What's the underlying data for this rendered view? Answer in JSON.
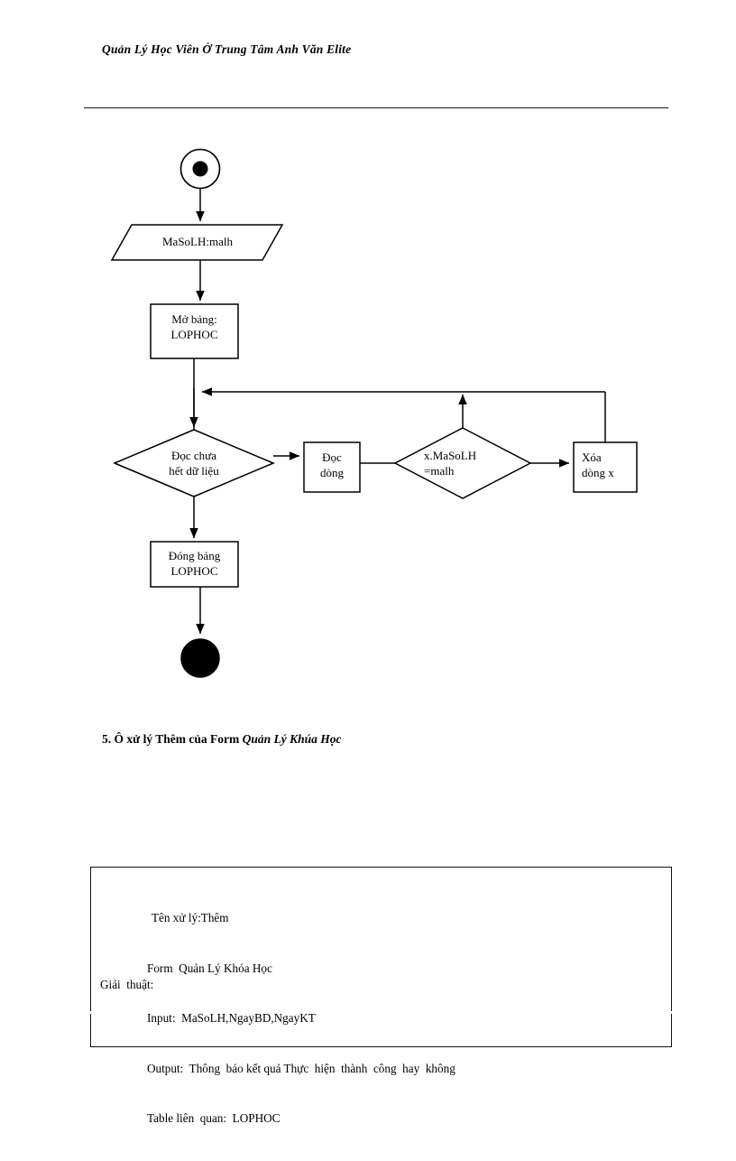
{
  "document": {
    "header_title": "Quản Lý Học Viên Ở Trung Tâm Anh Văn Elite",
    "section_heading_plain": "5. Ô xử lý Thêm của Form ",
    "section_heading_emphasis": "Quản Lý Khúa Học"
  },
  "flowchart": {
    "type": "flowchart",
    "title": "",
    "nodes": [
      {
        "id": "start",
        "shape": "start-circle",
        "label": ""
      },
      {
        "id": "input",
        "shape": "parallelogram",
        "label": "MaSoLH:malh"
      },
      {
        "id": "open",
        "shape": "rectangle",
        "label": "Mở bảng:\nLOPHOC"
      },
      {
        "id": "readcheck",
        "shape": "diamond",
        "label": "Đọc chưa\nhết dữ liệu"
      },
      {
        "id": "readrow",
        "shape": "rectangle",
        "label": "Đọc\ndòng"
      },
      {
        "id": "compare",
        "shape": "diamond",
        "label": "x.MaSoLH\n=malh"
      },
      {
        "id": "deleterow",
        "shape": "rectangle",
        "label": "Xóa\ndòng x"
      },
      {
        "id": "close",
        "shape": "rectangle",
        "label": "Đóng bảng\nLOPHOC"
      },
      {
        "id": "end",
        "shape": "end-circle",
        "label": ""
      }
    ],
    "edges": [
      {
        "from": "start",
        "to": "input",
        "label": ""
      },
      {
        "from": "input",
        "to": "open",
        "label": ""
      },
      {
        "from": "open",
        "to": "readcheck",
        "label": ""
      },
      {
        "from": "readcheck",
        "to": "readrow",
        "label": ""
      },
      {
        "from": "readrow",
        "to": "compare",
        "label": ""
      },
      {
        "from": "compare",
        "to": "deleterow",
        "label": ""
      },
      {
        "from": "compare",
        "to": "loopback",
        "label": ""
      },
      {
        "from": "deleterow",
        "to": "loopback",
        "label": ""
      },
      {
        "from": "readcheck",
        "to": "close",
        "label": ""
      },
      {
        "from": "close",
        "to": "end",
        "label": ""
      }
    ],
    "stroke_color": "#000000",
    "fill_color": "#ffffff"
  },
  "spec": {
    "lines": [
      "Tên xử lý:Thêm",
      "Form  Quản Lý Khóa Học",
      "Input:  MaSoLH,NgayBD,NgayKT",
      "Output:  Thông  báo kết quả Thực  hiện  thành  công  hay  không",
      "Table liên  quan:  LOPHOC"
    ],
    "tail_label": "Giải  thuật:"
  }
}
